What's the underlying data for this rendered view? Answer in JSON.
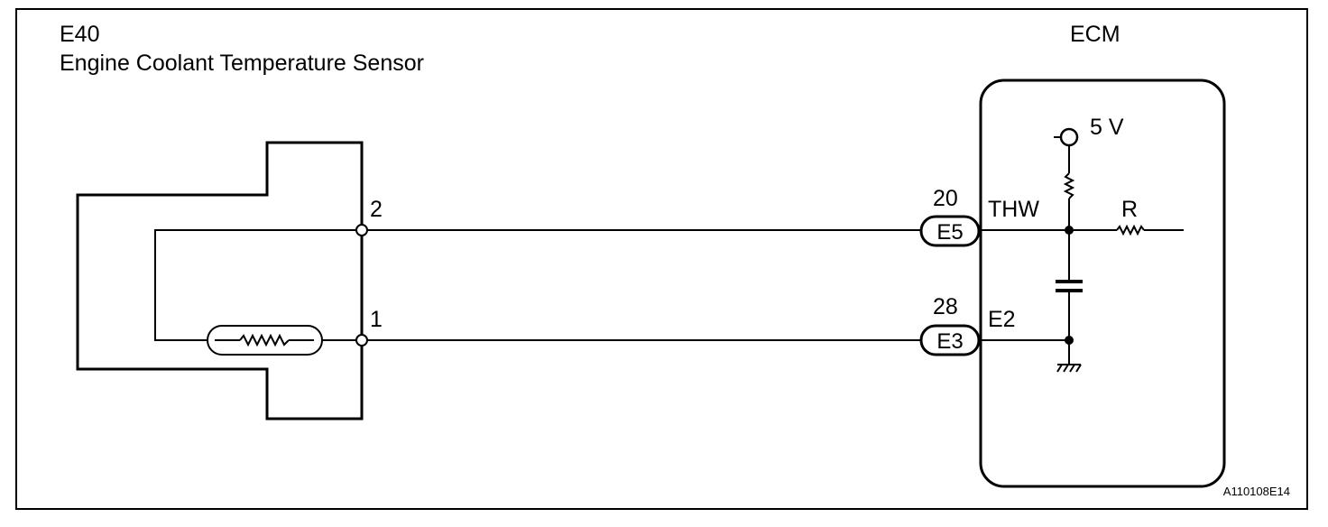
{
  "sensor": {
    "code": "E40",
    "name": "Engine Coolant Temperature Sensor",
    "pin_top": "2",
    "pin_bottom": "1"
  },
  "ecm": {
    "title": "ECM",
    "supply": "5 V",
    "resistor_label": "R",
    "terminals": [
      {
        "pin": "20",
        "connector": "E5",
        "signal": "THW"
      },
      {
        "pin": "28",
        "connector": "E3",
        "signal": "E2"
      }
    ]
  },
  "figure_code": "A110108E14"
}
